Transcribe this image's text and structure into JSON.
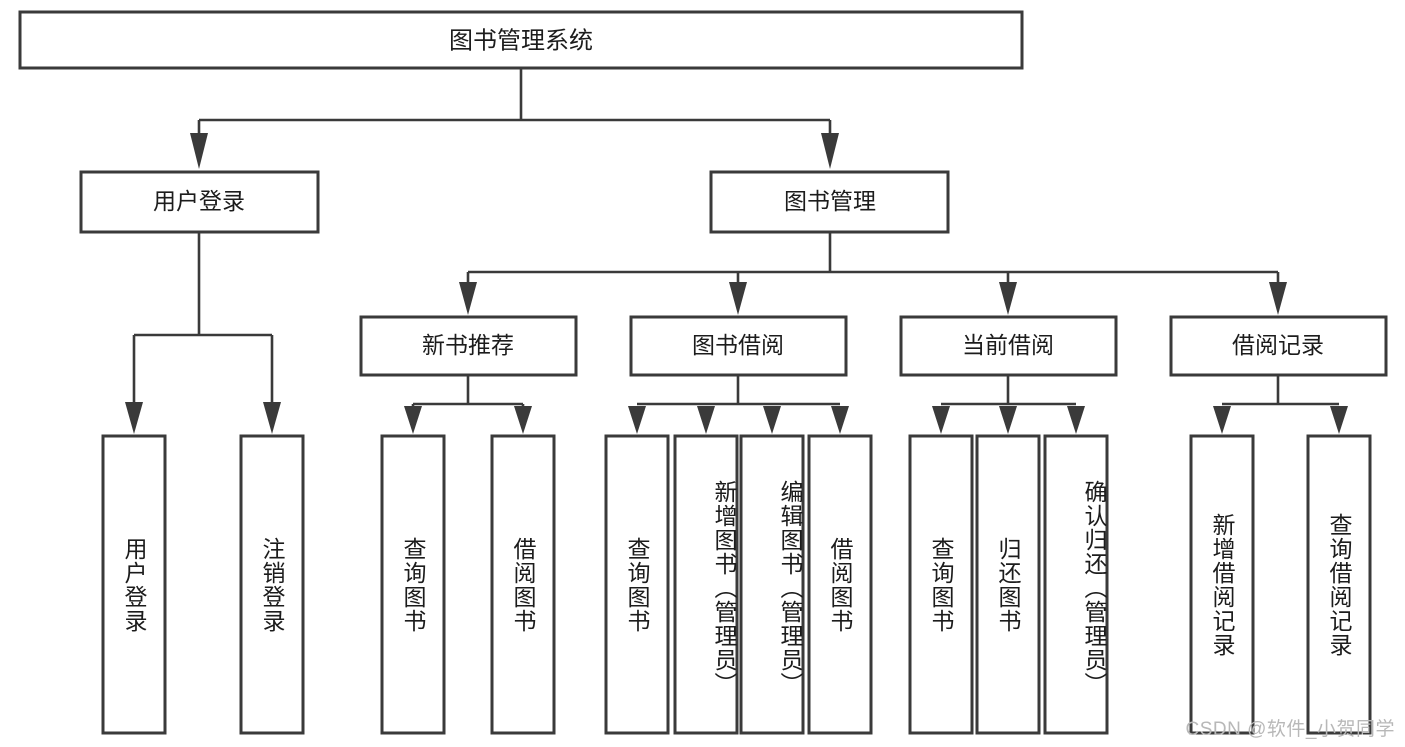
{
  "diagram": {
    "type": "hierarchy-tree",
    "title": "图书管理系统",
    "watermark": "CSDN @软件_小贺同学",
    "style": {
      "box_fill": "#ffffff",
      "box_stroke": "#3a3a3a",
      "connector_color": "#3a3a3a",
      "text_color": "#1c1c1c",
      "background": "#ffffff",
      "watermark_color": "#b8b8b8"
    },
    "levels": {
      "root": {
        "label": "图书管理系统"
      },
      "level2": [
        {
          "id": "user-login",
          "label": "用户登录"
        },
        {
          "id": "book-management",
          "label": "图书管理"
        }
      ],
      "level3": [
        {
          "id": "new-book-recommend",
          "label": "新书推荐",
          "parent": "book-management"
        },
        {
          "id": "book-borrow",
          "label": "图书借阅",
          "parent": "book-management"
        },
        {
          "id": "current-borrow",
          "label": "当前借阅",
          "parent": "book-management"
        },
        {
          "id": "borrow-record",
          "label": "借阅记录",
          "parent": "book-management"
        }
      ],
      "leaves": [
        {
          "id": "leaf-user-login",
          "label": "用户登录",
          "parent": "user-login"
        },
        {
          "id": "leaf-logout-login",
          "label": "注销登录",
          "parent": "user-login"
        },
        {
          "id": "leaf-query-book-1",
          "label": "查询图书",
          "parent": "new-book-recommend"
        },
        {
          "id": "leaf-borrow-book-1",
          "label": "借阅图书",
          "parent": "new-book-recommend"
        },
        {
          "id": "leaf-query-book-2",
          "label": "查询图书",
          "parent": "book-borrow"
        },
        {
          "id": "leaf-add-book",
          "label": "新增图书（管理员）",
          "parent": "book-borrow"
        },
        {
          "id": "leaf-edit-book",
          "label": "编辑图书（管理员）",
          "parent": "book-borrow"
        },
        {
          "id": "leaf-borrow-book-2",
          "label": "借阅图书",
          "parent": "book-borrow"
        },
        {
          "id": "leaf-query-book-3",
          "label": "查询图书",
          "parent": "current-borrow"
        },
        {
          "id": "leaf-return-book",
          "label": "归还图书",
          "parent": "current-borrow"
        },
        {
          "id": "leaf-confirm-return",
          "label": "确认归还（管理员）",
          "parent": "current-borrow"
        },
        {
          "id": "leaf-add-borrow-record",
          "label": "新增借阅记录",
          "parent": "borrow-record"
        },
        {
          "id": "leaf-query-borrow-record",
          "label": "查询借阅记录",
          "parent": "borrow-record"
        }
      ]
    }
  }
}
